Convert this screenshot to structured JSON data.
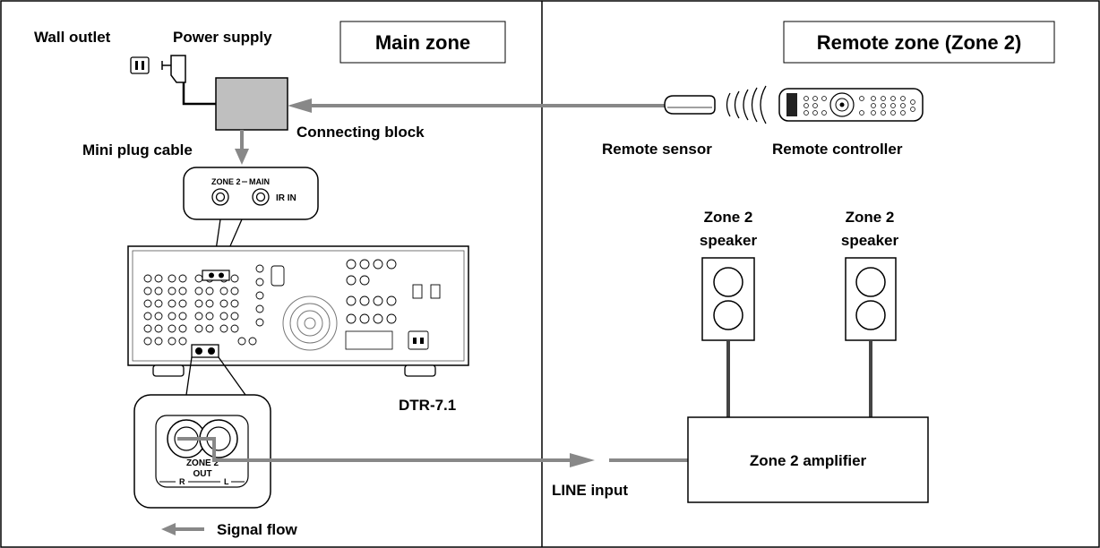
{
  "zones": {
    "main": "Main zone",
    "remote": "Remote zone (Zone 2)"
  },
  "labels": {
    "wall_outlet": "Wall outlet",
    "power_supply": "Power supply",
    "connecting_block": "Connecting block",
    "mini_plug_cable": "Mini plug cable",
    "receiver_model": "DTR-7.1",
    "remote_sensor": "Remote sensor",
    "remote_controller": "Remote controller",
    "zone2_speaker_left_1": "Zone 2",
    "zone2_speaker_left_2": "speaker",
    "zone2_speaker_right_1": "Zone 2",
    "zone2_speaker_right_2": "speaker",
    "zone2_amplifier": "Zone 2 amplifier",
    "line_input": "LINE input",
    "signal_flow": "Signal flow"
  },
  "ir_jack": {
    "zone2": "ZONE 2",
    "main": "MAIN",
    "ir_in": "IR IN"
  },
  "zone2_out_jack": {
    "line1": "ZONE 2",
    "line2": "OUT",
    "r": "R",
    "l": "L"
  },
  "colors": {
    "signal_line": "#888888",
    "connecting_block": "#bfbfbf",
    "border": "#000000"
  }
}
